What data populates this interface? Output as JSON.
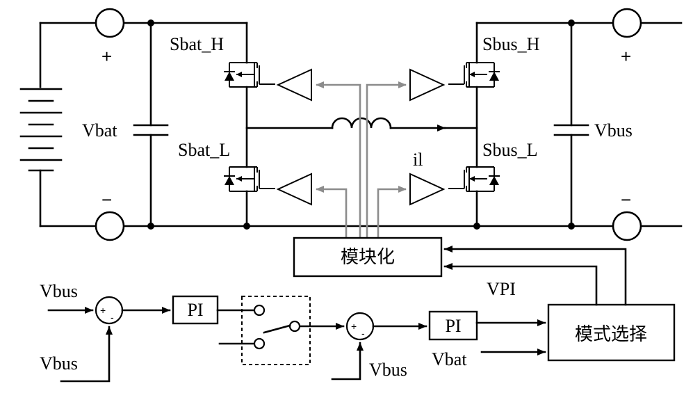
{
  "labels": {
    "sbat_h": "Sbat_H",
    "sbat_l": "Sbat_L",
    "sbus_h": "Sbus_H",
    "sbus_l": "Sbus_L",
    "vbat_left": "Vbat",
    "vbus_right": "Vbus",
    "plus": "+",
    "minus": "−",
    "il": "il",
    "modulation": "模块化",
    "vpi": "VPI",
    "mode_select": "模式选择",
    "pi1": "PI",
    "pi2": "PI",
    "vbus_in_ref": "Vbus",
    "vbus_in_fb": "Vbus",
    "vbus_in_fb2": "Vbus",
    "vbat_in": "Vbat",
    "sum_plus": "+",
    "sum_minus": "-"
  }
}
